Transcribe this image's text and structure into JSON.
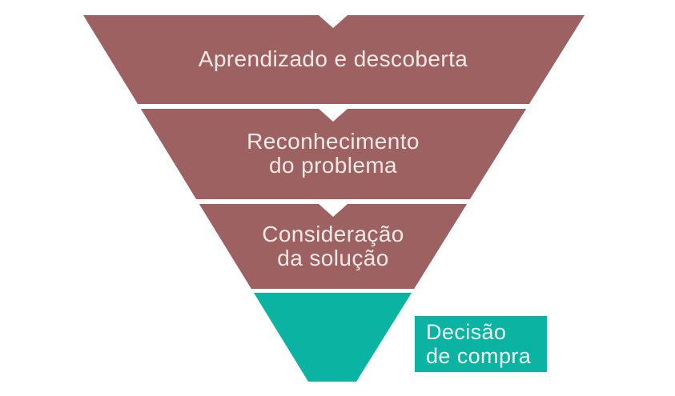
{
  "diagram": {
    "type": "inverted-funnel",
    "background_color": "#ffffff",
    "stage_color": "#9e6161",
    "accent_color": "#0bb3a2",
    "stages": [
      {
        "id": "aprendizado-e-descoberta",
        "label_lines": [
          "Aprendizado e descoberta"
        ],
        "color": "#9e6161",
        "text_color": "#f3eae8"
      },
      {
        "id": "reconhecimento-do-problema",
        "label_lines": [
          "Reconhecimento",
          "do problema"
        ],
        "color": "#9e6161",
        "text_color": "#f3eae8"
      },
      {
        "id": "consideracao-da-solucao",
        "label_lines": [
          "Consideração",
          "da solução"
        ],
        "color": "#9e6161",
        "text_color": "#f3eae8"
      },
      {
        "id": "decisao-de-compra",
        "label_lines": [
          "Decisão",
          "de compra"
        ],
        "color": "#0bb3a2",
        "text_color": "#eef8f6",
        "label_placement": "side-box"
      }
    ]
  }
}
